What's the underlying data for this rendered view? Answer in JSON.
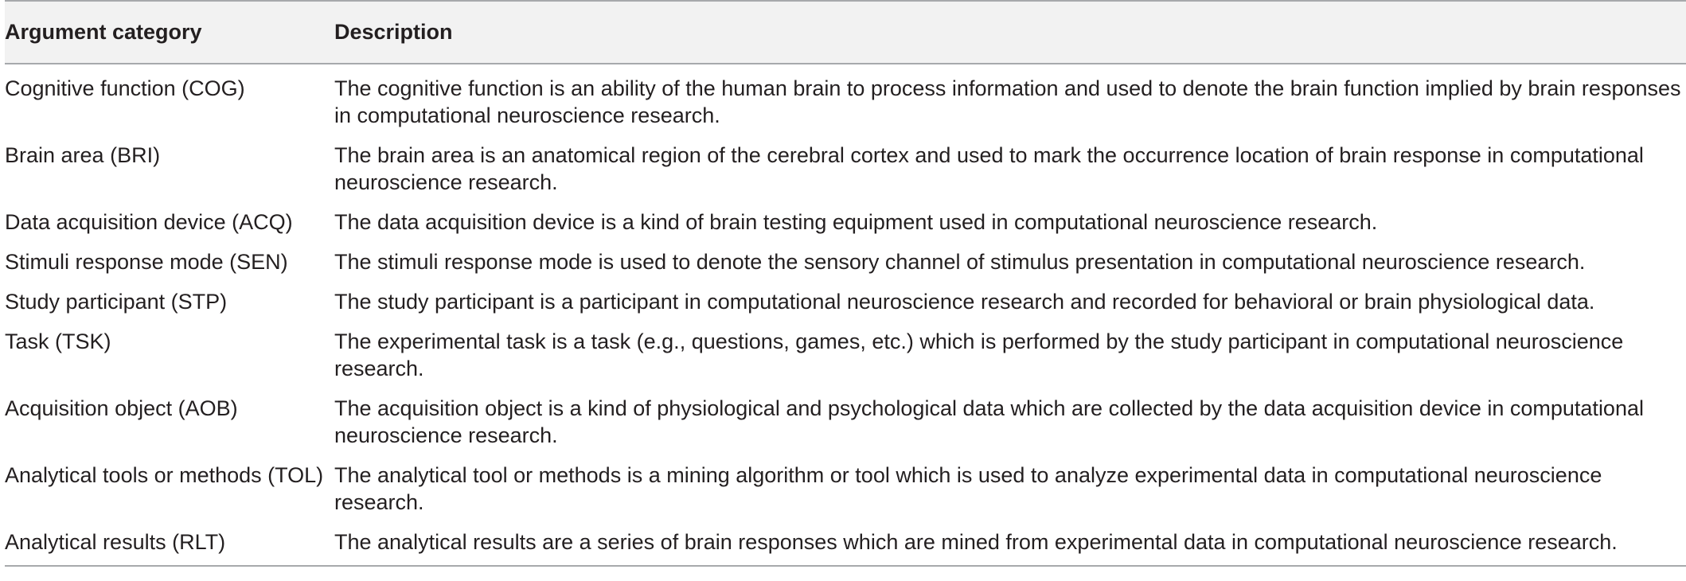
{
  "table": {
    "headers": [
      "Argument category",
      "Description"
    ],
    "rows": [
      {
        "category": "Cognitive function (COG)",
        "description": "The cognitive function is an ability of the human brain to process information and used to denote the brain function implied by brain responses in computational neuroscience research."
      },
      {
        "category": "Brain area (BRI)",
        "description": "The brain area is an anatomical region of the cerebral cortex and used to mark the occurrence location of brain response in computational neuroscience research."
      },
      {
        "category": "Data acquisition device (ACQ)",
        "description": "The data acquisition device is a kind of brain testing equipment used in computational neuroscience research."
      },
      {
        "category": "Stimuli response mode (SEN)",
        "description": "The stimuli response mode is used to denote the sensory channel of stimulus presentation in computational neuroscience research."
      },
      {
        "category": "Study participant (STP)",
        "description": "The study participant is a participant in computational neuroscience research and recorded for behavioral or brain physiological data."
      },
      {
        "category": "Task (TSK)",
        "description": "The experimental task is a task (e.g., questions, games, etc.) which is performed by the study participant in computational neuroscience research."
      },
      {
        "category": "Acquisition object (AOB)",
        "description": "The acquisition object is a kind of physiological and psychological data which are collected by the data acquisition device in computational neuroscience research."
      },
      {
        "category": "Analytical tools or methods (TOL)",
        "description": "The analytical tool or methods is a mining algorithm or tool which is used to analyze experimental data in computational neuroscience research."
      },
      {
        "category": "Analytical results (RLT)",
        "description": "The analytical results are a series of brain responses which are mined from experimental data in computational neuroscience research."
      }
    ]
  }
}
